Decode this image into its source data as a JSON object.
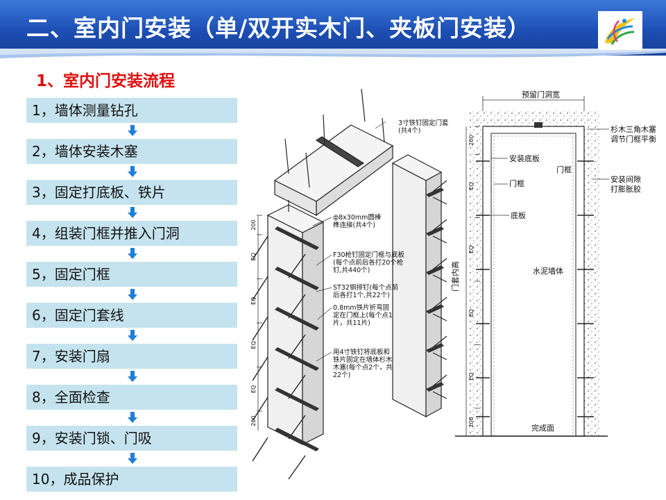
{
  "header": {
    "title": "二、室内门安装（单/双开实木门、夹板门安装）"
  },
  "section": {
    "title": "1、室内门安装流程"
  },
  "steps": [
    "1，墙体测量钻孔",
    "2，墙体安装木塞",
    "3，固定打底板、铁片",
    "4，组装门框并推入门洞",
    "5，固定门框",
    "6，固定门套线",
    "7，安装门扇",
    "8，全面检查",
    "9，安装门锁、门吸",
    "10，成品保护"
  ],
  "left_diagram": {
    "note_nails": [
      "3寸铁钉固定门套",
      "(共4个)"
    ],
    "note_dowel": [
      "ф8x30mm圆棒",
      "榫连接(共4个)"
    ],
    "note_f30": [
      "F30枪钉固定门框与底板",
      "(每个点前后各打20个枪",
      "钉,共440个)"
    ],
    "note_st32": [
      "ST32钢排钉(每个点前",
      "后各打1个,共22个)"
    ],
    "note_iron": [
      "0.8mm铁片折弯固",
      "定在门框上(每个点1",
      "片，共11片)"
    ],
    "note_wall": [
      "用4寸铁钉将底板和",
      "铁片固定在墙体杉木",
      "木塞(每个点2个，共",
      "22个)"
    ],
    "dims": [
      "200",
      "EQ",
      "EQ",
      "EQ",
      "EQ",
      "200"
    ]
  },
  "right_diagram": {
    "top_label": "预留门洞宽",
    "left_dim": "门套内高",
    "dims": [
      "200",
      "EQ",
      "EQ",
      "EQ",
      "EQ",
      "200"
    ],
    "label_base_plate": "安装底板",
    "label_frame": "门框",
    "label_frame2": "门框",
    "label_base": "底板",
    "label_wall": "水泥墙体",
    "label_floor": "完成面",
    "label_wedge": [
      "杉木三角木塞",
      "调节门框平衡"
    ],
    "label_gap": [
      "安装间隙",
      "打膨胀胶"
    ]
  },
  "colors": {
    "header_blue": "#1d4fb4",
    "step_bg": "#c5e3ee",
    "arrow_blue": "#1f7fd8",
    "subtitle_red": "#e00d0d"
  }
}
